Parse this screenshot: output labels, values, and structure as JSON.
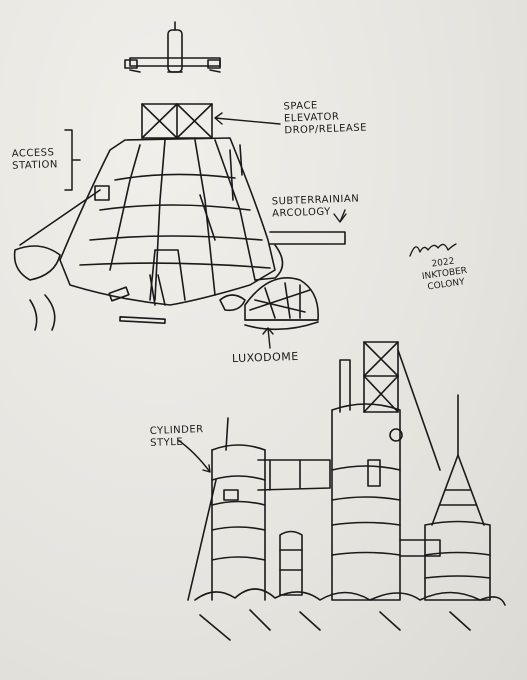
{
  "labels": {
    "space_elevator_1": "SPACE",
    "space_elevator_2": "ELEVATOR",
    "space_elevator_3": "DROP/RELEASE",
    "access_station_1": "ACCESS",
    "access_station_2": "STATION",
    "arcology_1": "SUBTERRAINIAN",
    "arcology_2": "ARCOLOGY",
    "luxodome": "LUXODOME",
    "cylinder_1": "CYLINDER",
    "cylinder_2": "STYLE"
  },
  "signature": {
    "year": "2022",
    "event": "INKTOBER",
    "theme": "COLONY"
  },
  "colors": {
    "paper": "#e8e6e1",
    "ink": "#1a1a1a"
  }
}
